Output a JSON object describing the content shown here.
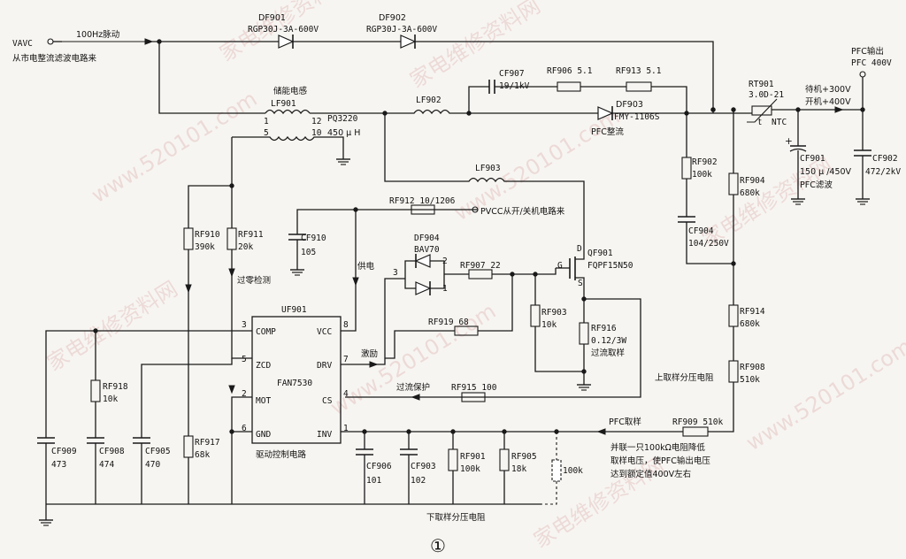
{
  "labels": {
    "vavc": "VAVC",
    "vavc_src": "从市电整流滤波电路来",
    "hz": "100Hz脉动",
    "df901": "DF901",
    "df901_p": "RGP30J-3A-600V",
    "df902": "DF902",
    "df902_p": "RGP30J-3A-600V",
    "pfc_out": "PFC输出",
    "pfc_400": "PFC 400V",
    "cf907": "CF907",
    "cf907_v": "19/1kV",
    "rf906": "RF906  5.1",
    "rf913": "RF913  5.1",
    "rt901": "RT901",
    "rt901_v": "3.0D-21",
    "ntc": "NTC",
    "t": "t",
    "standby": "待机+300V",
    "poweron": "开机+400V",
    "ind_name": "储能电感",
    "lf901": "LF901",
    "pq": "PQ3220",
    "uh": "450 μ H",
    "p1": "1",
    "p12": "12",
    "p5": "5",
    "p10": "10",
    "lf902": "LF902",
    "df903": "DF903",
    "df903_p": "FMY-1106S",
    "pfc_rect": "PFC整流",
    "rf902": "RF902",
    "rf902_v": "100k",
    "rf904": "RF904",
    "rf904_v": "680k",
    "cf901": "CF901",
    "cf901_v": "150 μ /450V",
    "cf901_d": "PFC滤波",
    "cf902": "CF902",
    "cf902_v": "472/2kV",
    "cf904": "CF904",
    "cf904_v": "104/250V",
    "lf903": "LF903",
    "rf912": "RF912  10/1206",
    "pvcc": "PVCC从开/关机电路来",
    "rf910": "RF910",
    "rf910_v": "390k",
    "rf911": "RF911",
    "rf911_v": "20k",
    "cf910": "CF910",
    "cf910_v": "105",
    "gongdian": "供电",
    "zero": "过零检测",
    "df904": "DF904",
    "bav70": "BAV70",
    "d_p2": "2",
    "d_p3": "3",
    "d_p1": "1",
    "rf907": "RF907  22",
    "qf901": "QF901",
    "qf901_p": "FQPF15N50",
    "q_d": "D",
    "q_g": "G",
    "q_s": "S",
    "rf903": "RF903",
    "rf903_v": "10k",
    "rf916": "RF916",
    "rf916_v": "0.12/3W",
    "rf916_d": "过流取样",
    "rf919": "RF919  68",
    "rf914": "RF914",
    "rf914_v": "680k",
    "rf908": "RF908",
    "rf908_v": "510k",
    "upper_div": "上取样分压电阻",
    "uf901": "UF901",
    "comp": "COMP",
    "vcc": "VCC",
    "zcd": "ZCD",
    "drv": "DRV",
    "mot": "MOT",
    "cs": "CS",
    "gnd": "GND",
    "inv": "INV",
    "fan": "FAN7530",
    "pin3": "3",
    "pin8": "8",
    "pin5": "5",
    "pin7": "7",
    "pin2": "2",
    "pin4": "4",
    "pin6": "6",
    "pin1": "1",
    "drive": "驱动控制电路",
    "jili": "激励",
    "ocp": "过流保护",
    "rf915": "RF915  100",
    "rf918": "RF918",
    "rf918_v": "10k",
    "pfc_sample": "PFC取样",
    "rf909": "RF909  510k",
    "cf909": "CF909",
    "cf909_v": "473",
    "cf908": "CF908",
    "cf908_v": "474",
    "cf905": "CF905",
    "cf905_v": "470",
    "rf917": "RF917",
    "rf917_v": "68k",
    "cf906": "CF906",
    "cf906_v": "101",
    "cf903": "CF903",
    "cf903_v": "102",
    "rf901": "RF901",
    "rf901_v": "100k",
    "rf905": "RF905",
    "rf905_v": "18k",
    "r100k": "100k",
    "note1": "并联一只100kΩ电阻降低",
    "note2": "取样电压，使PFC输出电压",
    "note3": "达到额定值400V左右",
    "lower_div": "下取样分压电阻",
    "circled": "①",
    "watermark": "家电维修资料网",
    "watermark_url": "www.520101.com"
  }
}
